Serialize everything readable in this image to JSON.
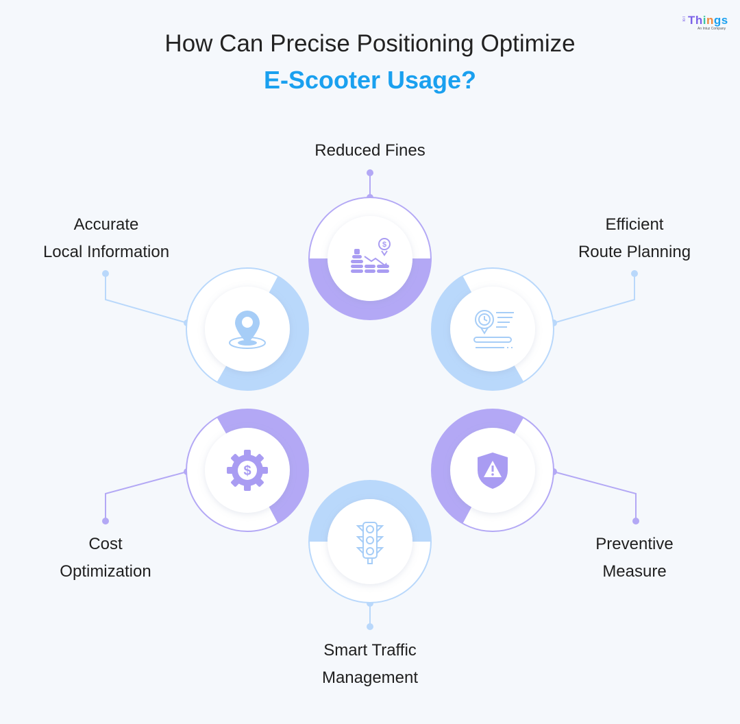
{
  "title": {
    "line1": "How Can Precise Positioning Optimize",
    "line2": "E-Scooter Usage?"
  },
  "logo": {
    "word_parts": [
      "Th",
      "i",
      "n",
      "gs"
    ],
    "tagline": "An Intuz Company",
    "side_text": "IoT"
  },
  "colors": {
    "title_accent": "#1aa0ef",
    "purple": "#b3a8f5",
    "blue": "#b9d8fb",
    "icon_purple": "#a99cf2",
    "icon_blue": "#a6cdf7"
  },
  "items": [
    {
      "id": "reduced-fines",
      "lines": [
        "Reduced Fines"
      ],
      "icon": "coins-down-icon",
      "color": "purple"
    },
    {
      "id": "efficient-route-planning",
      "lines": [
        "Efficient",
        "Route Planning"
      ],
      "icon": "route-clock-icon",
      "color": "blue"
    },
    {
      "id": "preventive-measure",
      "lines": [
        "Preventive",
        "Measure"
      ],
      "icon": "shield-warning-icon",
      "color": "purple"
    },
    {
      "id": "smart-traffic-management",
      "lines": [
        "Smart Traffic",
        "Management"
      ],
      "icon": "traffic-light-icon",
      "color": "blue"
    },
    {
      "id": "cost-optimization",
      "lines": [
        "Cost",
        "Optimization"
      ],
      "icon": "gear-dollar-icon",
      "color": "purple"
    },
    {
      "id": "accurate-local-information",
      "lines": [
        "Accurate",
        "Local Information"
      ],
      "icon": "location-pin-icon",
      "color": "blue"
    }
  ]
}
